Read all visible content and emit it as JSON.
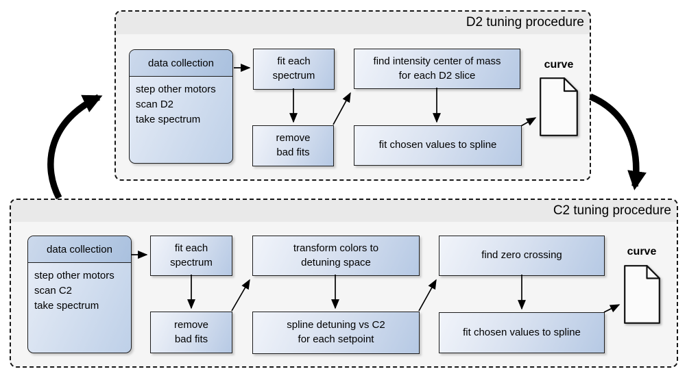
{
  "colors": {
    "box_fill_light": "#f1f4fa",
    "box_fill_dark": "#b6c9e4",
    "header_fill_light": "#ccd9ec",
    "header_fill_dark": "#a9c0de",
    "panel_body": "#f5f5f5",
    "panel_strip": "#e9e9e9",
    "border": "#1b1b1b",
    "arrow": "#000000"
  },
  "d2": {
    "title": "D2 tuning procedure",
    "data_collection": {
      "header": "data collection",
      "steps": [
        "step other motors",
        "scan D2",
        "take spectrum"
      ]
    },
    "boxes": {
      "fit_each_spectrum": [
        "fit each",
        "spectrum"
      ],
      "remove_bad_fits": [
        "remove",
        "bad fits"
      ],
      "find_intensity": [
        "find intensity center of mass",
        "for each D2 slice"
      ],
      "fit_spline": [
        "fit chosen values to spline"
      ]
    },
    "output_label": "curve"
  },
  "c2": {
    "title": "C2 tuning procedure",
    "data_collection": {
      "header": "data collection",
      "steps": [
        "step other motors",
        "scan C2",
        "take spectrum"
      ]
    },
    "boxes": {
      "fit_each_spectrum": [
        "fit each",
        "spectrum"
      ],
      "remove_bad_fits": [
        "remove",
        "bad fits"
      ],
      "transform_colors": [
        "transform colors to",
        "detuning space"
      ],
      "spline_detuning": [
        "spline detuning vs C2",
        "for each setpoint"
      ],
      "find_zero_crossing": [
        "find zero crossing"
      ],
      "fit_spline": [
        "fit chosen values to spline"
      ]
    },
    "output_label": "curve"
  }
}
